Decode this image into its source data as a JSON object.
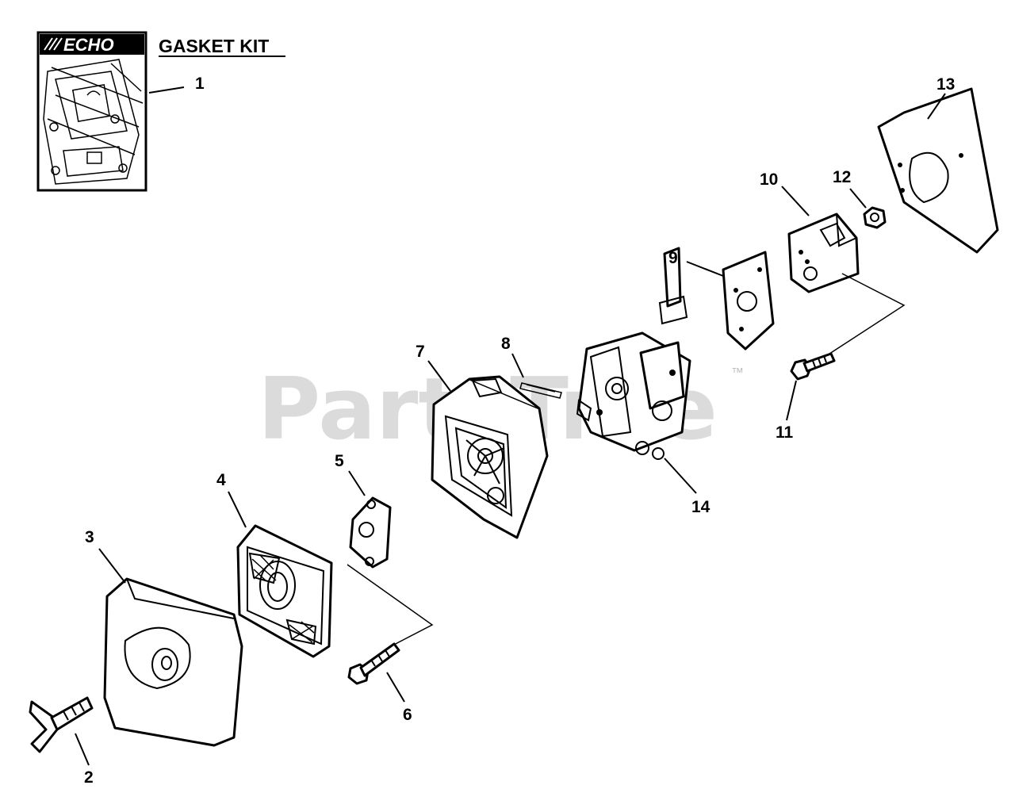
{
  "brand": {
    "logo_text": "ECHO"
  },
  "kit": {
    "title": "GASKET KIT"
  },
  "watermark": {
    "text": "PartsTree",
    "trademark": "™"
  },
  "callouts": [
    {
      "id": "c1",
      "label": "1"
    },
    {
      "id": "c2",
      "label": "2"
    },
    {
      "id": "c3",
      "label": "3"
    },
    {
      "id": "c4",
      "label": "4"
    },
    {
      "id": "c5",
      "label": "5"
    },
    {
      "id": "c6",
      "label": "6"
    },
    {
      "id": "c7",
      "label": "7"
    },
    {
      "id": "c8",
      "label": "8"
    },
    {
      "id": "c9",
      "label": "9"
    },
    {
      "id": "c10",
      "label": "10"
    },
    {
      "id": "c11",
      "label": "11"
    },
    {
      "id": "c12",
      "label": "12"
    },
    {
      "id": "c13",
      "label": "13"
    },
    {
      "id": "c14",
      "label": "14"
    }
  ]
}
